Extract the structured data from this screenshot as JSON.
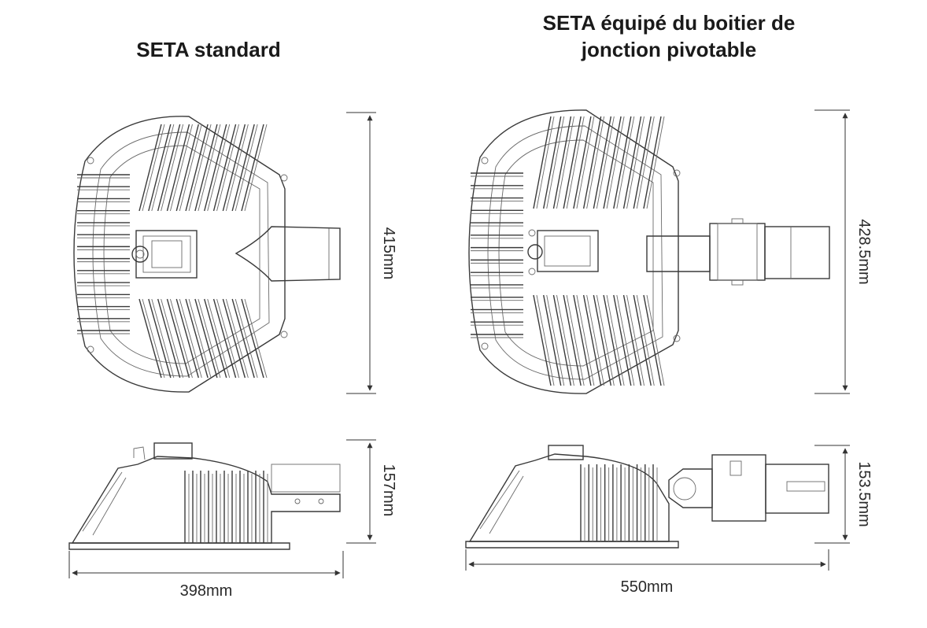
{
  "titles": {
    "left": "SETA standard",
    "right_line1": "SETA équipé du boitier de",
    "right_line2": "jonction pivotable"
  },
  "dimensions": {
    "left_height": "415mm",
    "left_side_height": "157mm",
    "left_width": "398mm",
    "right_height": "428.5mm",
    "right_side_height": "153.5mm",
    "right_width": "550mm"
  }
}
